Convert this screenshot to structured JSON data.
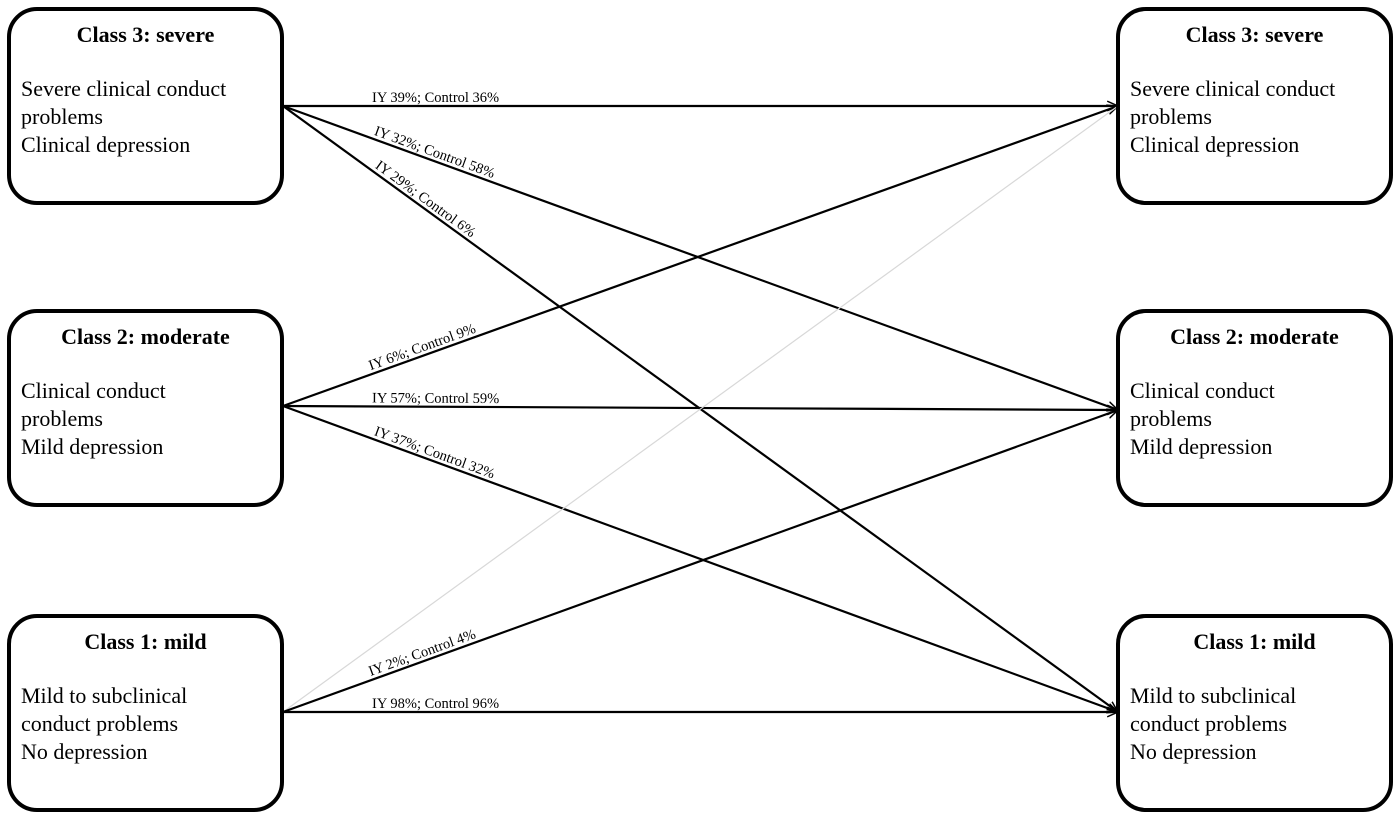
{
  "classes": [
    {
      "id": "c3",
      "title": "Class 3: severe",
      "lines": [
        "Severe clinical conduct",
        "problems",
        "Clinical depression"
      ]
    },
    {
      "id": "c2",
      "title": "Class 2: moderate",
      "lines": [
        "Clinical conduct",
        "problems",
        "Mild depression"
      ]
    },
    {
      "id": "c1",
      "title": "Class 1: mild",
      "lines": [
        "Mild to subclinical",
        "conduct problems",
        "No depression"
      ]
    }
  ],
  "transitions": [
    {
      "from": "c3",
      "to": "c3",
      "label": "IY 39%; Control 36%"
    },
    {
      "from": "c3",
      "to": "c2",
      "label": "IY 32%; Control 58%"
    },
    {
      "from": "c3",
      "to": "c1",
      "label": "IY 29%; Control 6%"
    },
    {
      "from": "c2",
      "to": "c3",
      "label": "IY 6%; Control 9%"
    },
    {
      "from": "c2",
      "to": "c2",
      "label": "IY 57%; Control 59%"
    },
    {
      "from": "c2",
      "to": "c1",
      "label": "IY 37%; Control 32%"
    },
    {
      "from": "c1",
      "to": "c3",
      "label": "",
      "faint": true
    },
    {
      "from": "c1",
      "to": "c2",
      "label": "IY 2%; Control 4%"
    },
    {
      "from": "c1",
      "to": "c1",
      "label": "IY 98%; Control 96%"
    }
  ],
  "colors": {
    "line": "#000000",
    "faint": "#d8d8d8"
  }
}
